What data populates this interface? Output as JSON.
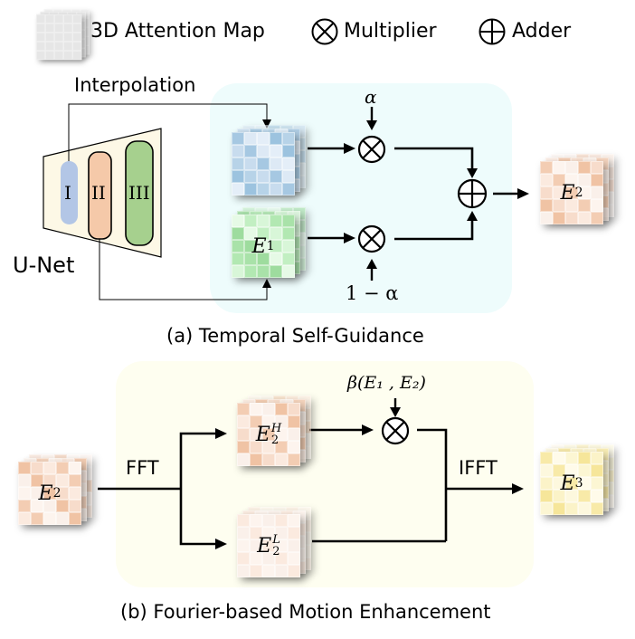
{
  "legend": {
    "attention_map_label": "3D Attention Map",
    "multiplier_label": "Multiplier",
    "adder_label": "Adder"
  },
  "panel_a": {
    "caption": "(a) Temporal Self-Guidance",
    "interpolation_label": "Interpolation",
    "unet_label": "U-Net",
    "stages": [
      "I",
      "II",
      "III"
    ],
    "alpha_label": "α",
    "one_minus_alpha_label": "1 − α",
    "e1": {
      "base": "E",
      "sub": "1"
    },
    "e2": {
      "base": "E",
      "sub": "2"
    }
  },
  "panel_b": {
    "caption": "(b) Fourier-based Motion Enhancement",
    "fft_label": "FFT",
    "ifft_label": "IFFT",
    "beta_label": "β(E₁ , E₂)",
    "e2_in": {
      "base": "E",
      "sub": "2"
    },
    "e2_high": {
      "base": "E",
      "sub": "2",
      "sup": "H"
    },
    "e2_low": {
      "base": "E",
      "sub": "2",
      "sup": "L"
    },
    "e3": {
      "base": "E",
      "sub": "3"
    }
  },
  "colors": {
    "panel_a_bg": "#eefcfc",
    "panel_b_bg": "#fefef0",
    "unet_bg": "#fdf8e6",
    "stage_I": "#b3c6e6",
    "stage_II": "#f5c9a9",
    "stage_III": "#a6d08e",
    "map_blue": [
      "#b7d3e8",
      "#a6c8e2",
      "#c8dcee",
      "#dde9f5",
      "#9cc3df",
      "#e4eef8"
    ],
    "map_green": [
      "#c2efc2",
      "#b2e8b2",
      "#d8f6d8",
      "#a9e2a9",
      "#e6fae6",
      "#9edc9e"
    ],
    "map_orange": [
      "#f7dccb",
      "#f3cdb3",
      "#fbeadf",
      "#fdf4ee",
      "#f0c3a4",
      "#faf0ea"
    ],
    "map_yellow": [
      "#fbf3c8",
      "#f8eaa8",
      "#fdf8de",
      "#fffbea",
      "#f6e69a",
      "#fcf6d3"
    ],
    "map_gray": [
      "#e6e6e6"
    ]
  }
}
